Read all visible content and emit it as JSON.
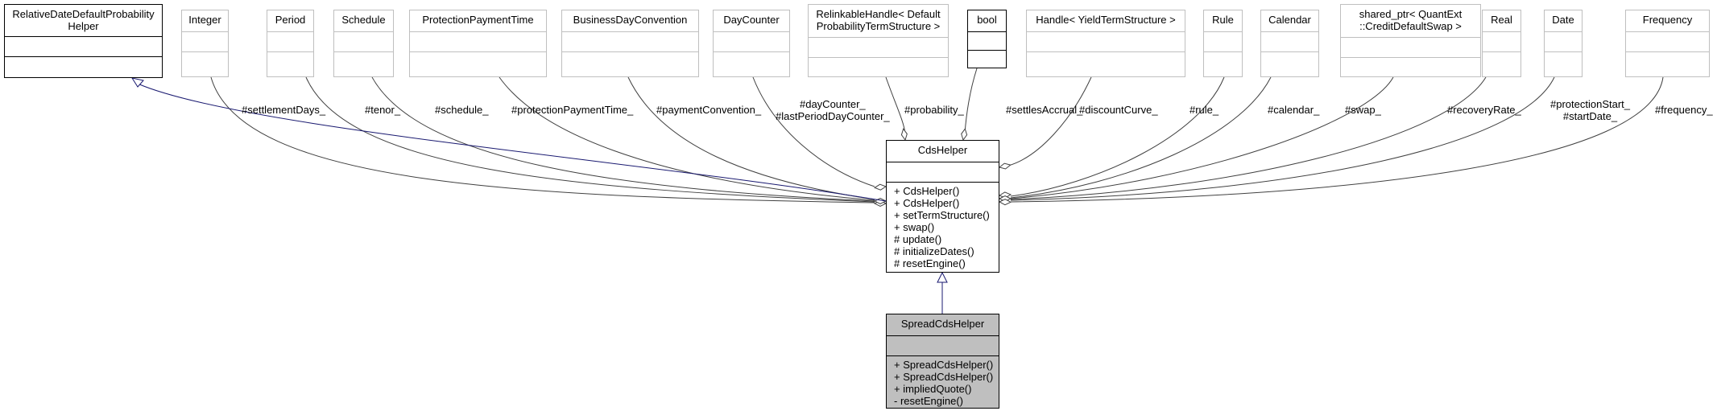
{
  "classes": {
    "relative_date": {
      "title": [
        "RelativeDateDefaultProbability",
        "Helper"
      ]
    },
    "integer": {
      "title": [
        "Integer"
      ]
    },
    "period": {
      "title": [
        "Period"
      ]
    },
    "schedule": {
      "title": [
        "Schedule"
      ]
    },
    "protection_payment_time": {
      "title": [
        "ProtectionPaymentTime"
      ]
    },
    "business_day_convention": {
      "title": [
        "BusinessDayConvention"
      ]
    },
    "day_counter": {
      "title": [
        "DayCounter"
      ]
    },
    "relinkable_handle": {
      "title": [
        "RelinkableHandle< Default",
        "ProbabilityTermStructure >"
      ]
    },
    "bool": {
      "title": [
        "bool"
      ]
    },
    "handle_yield": {
      "title": [
        "Handle< YieldTermStructure >"
      ]
    },
    "rule": {
      "title": [
        "Rule"
      ]
    },
    "calendar": {
      "title": [
        "Calendar"
      ]
    },
    "shared_ptr": {
      "title": [
        "shared_ptr< QuantExt",
        "::CreditDefaultSwap >"
      ]
    },
    "real": {
      "title": [
        "Real"
      ]
    },
    "date": {
      "title": [
        "Date"
      ]
    },
    "frequency": {
      "title": [
        "Frequency"
      ]
    },
    "cds_helper": {
      "title": [
        "CdsHelper"
      ],
      "operations": [
        "+ CdsHelper()",
        "+ CdsHelper()",
        "+ setTermStructure()",
        "+ swap()",
        "# update()",
        "# initializeDates()",
        "# resetEngine()"
      ]
    },
    "spread_cds_helper": {
      "title": [
        "SpreadCdsHelper"
      ],
      "operations": [
        "+ SpreadCdsHelper()",
        "+ SpreadCdsHelper()",
        "+ impliedQuote()",
        "- resetEngine()"
      ]
    }
  },
  "edge_labels": {
    "settlement_days": [
      "#settlementDays_"
    ],
    "tenor": [
      "#tenor_"
    ],
    "schedule": [
      "#schedule_"
    ],
    "protection_payment_time": [
      "#protectionPaymentTime_"
    ],
    "payment_convention": [
      "#paymentConvention_"
    ],
    "day_counter": [
      "#dayCounter_",
      "#lastPeriodDayCounter_"
    ],
    "probability": [
      "#probability_"
    ],
    "settles_accrual": [
      "#settlesAccrual_"
    ],
    "discount_curve": [
      "#discountCurve_"
    ],
    "rule": [
      "#rule_"
    ],
    "calendar": [
      "#calendar_"
    ],
    "swap": [
      "#swap_"
    ],
    "recovery_rate": [
      "#recoveryRate_"
    ],
    "protection_start": [
      "#protectionStart_",
      "#startDate_"
    ],
    "frequency": [
      "#frequency_"
    ]
  },
  "colors": {
    "inheritance_edge": "#191970",
    "association_edge": "#404040",
    "faded_border": "#bfbfbf",
    "target_fill": "#bfbfbf"
  }
}
